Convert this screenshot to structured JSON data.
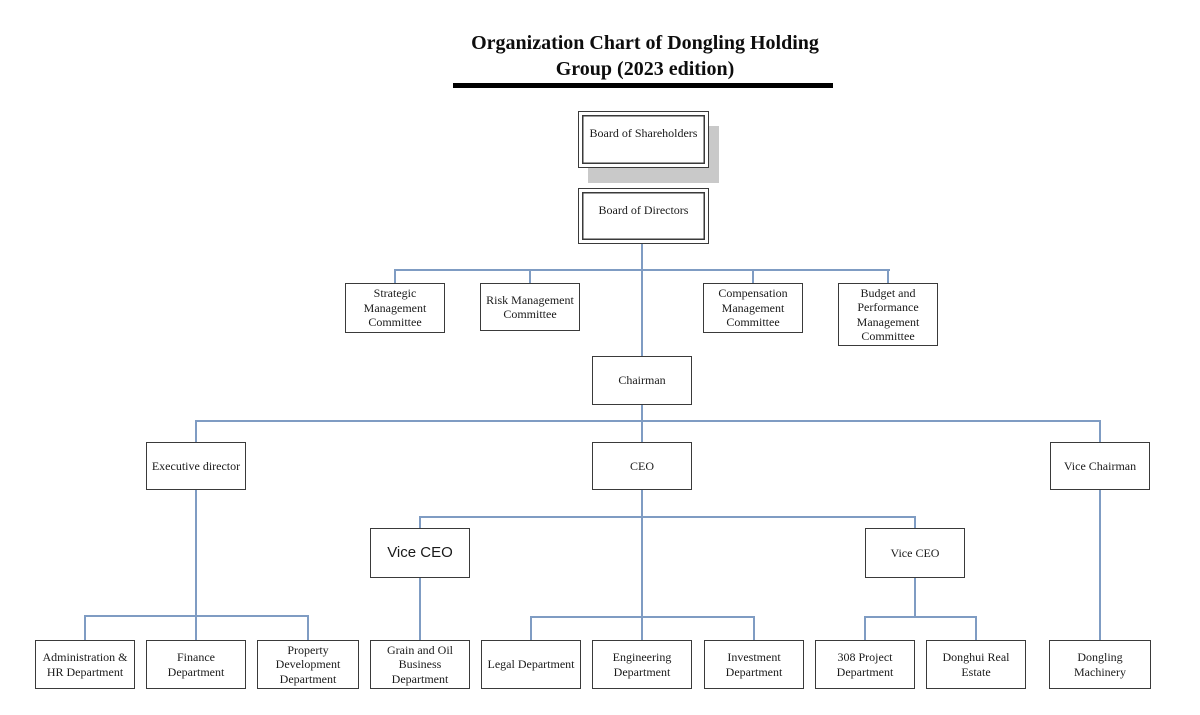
{
  "title": {
    "text": "Organization Chart of Dongling Holding Group (2023 edition)"
  },
  "nodes": {
    "board_of_shareholders": {
      "label": "Board of Shareholders"
    },
    "board_of_directors": {
      "label": "Board of Directors"
    },
    "strategic_committee": {
      "label": "Strategic Management Committee"
    },
    "risk_committee": {
      "label": "Risk Management Committee"
    },
    "compensation_committee": {
      "label": "Compensation Management Committee"
    },
    "budget_committee": {
      "label": "Budget and Performance Management Committee"
    },
    "chairman": {
      "label": "Chairman"
    },
    "executive_director": {
      "label": "Executive director"
    },
    "ceo": {
      "label": "CEO"
    },
    "vice_chairman": {
      "label": "Vice Chairman"
    },
    "vice_ceo_left": {
      "label": "Vice CEO"
    },
    "vice_ceo_right": {
      "label": "Vice CEO"
    },
    "admin_hr": {
      "label": "Administration & HR Department"
    },
    "finance": {
      "label": "Finance Department"
    },
    "property_dev": {
      "label": "Property Development Department"
    },
    "grain_oil": {
      "label": "Grain and Oil Business Department"
    },
    "legal": {
      "label": "Legal Department"
    },
    "engineering": {
      "label": "Engineering Department"
    },
    "investment": {
      "label": "Investment Department"
    },
    "project_308": {
      "label": "308 Project Department"
    },
    "donghui_real_estate": {
      "label": "Donghui Real Estate"
    },
    "dongling_machinery": {
      "label": "Dongling Machinery"
    }
  },
  "edges": [
    [
      "board_of_directors",
      "strategic_committee"
    ],
    [
      "board_of_directors",
      "risk_committee"
    ],
    [
      "board_of_directors",
      "compensation_committee"
    ],
    [
      "board_of_directors",
      "budget_committee"
    ],
    [
      "board_of_directors",
      "chairman"
    ],
    [
      "chairman",
      "executive_director"
    ],
    [
      "chairman",
      "ceo"
    ],
    [
      "chairman",
      "vice_chairman"
    ],
    [
      "executive_director",
      "admin_hr"
    ],
    [
      "executive_director",
      "finance"
    ],
    [
      "executive_director",
      "property_dev"
    ],
    [
      "ceo",
      "vice_ceo_left"
    ],
    [
      "ceo",
      "vice_ceo_right"
    ],
    [
      "ceo",
      "legal"
    ],
    [
      "ceo",
      "engineering"
    ],
    [
      "ceo",
      "investment"
    ],
    [
      "vice_ceo_left",
      "grain_oil"
    ],
    [
      "vice_ceo_right",
      "project_308"
    ],
    [
      "vice_ceo_right",
      "donghui_real_estate"
    ],
    [
      "vice_chairman",
      "dongling_machinery"
    ]
  ],
  "colors": {
    "connector": "#7F9CC3",
    "box_border": "#3A3A3A",
    "shadow": "#C9C9C9",
    "title_underline": "#000000"
  }
}
